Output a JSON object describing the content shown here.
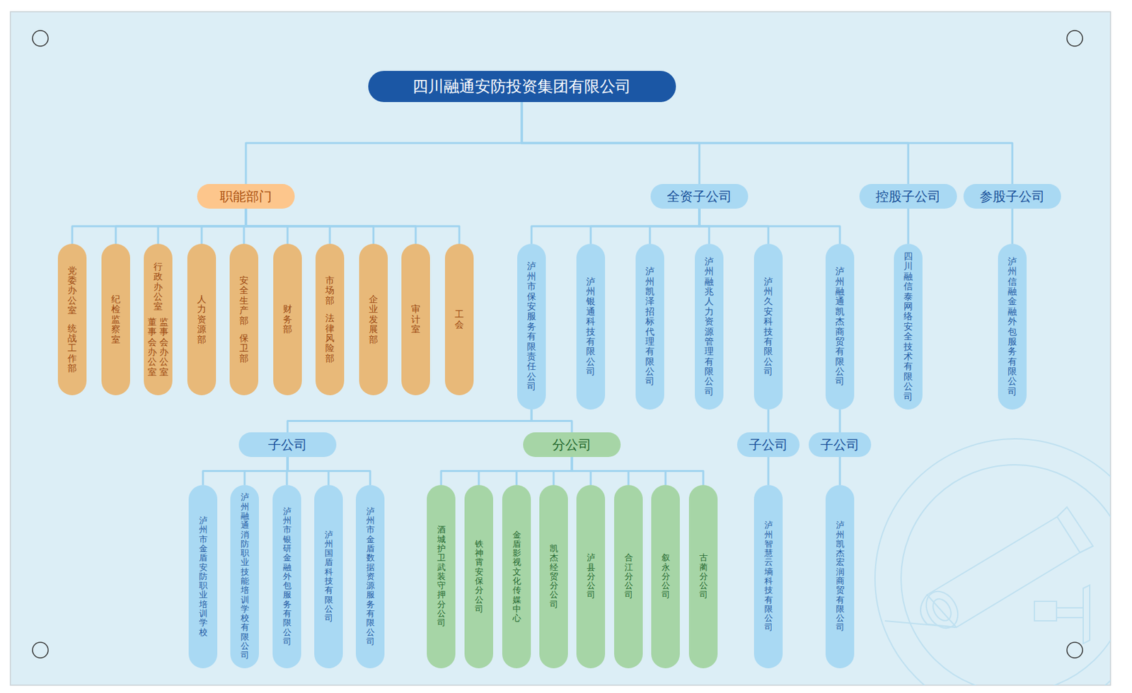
{
  "diagram": {
    "nodes": [
      {
        "text": [
          "四川融通安防投资集团有限公司"
        ]
      },
      {
        "text": [
          "职能部门"
        ]
      },
      {
        "text": [
          "全资子公司"
        ]
      },
      {
        "text": [
          "控股子公司"
        ]
      },
      {
        "text": [
          "参股子公司"
        ]
      },
      {
        "text": [
          "党委办公室",
          "统战工作部"
        ]
      },
      {
        "text": [
          "纪检监察室"
        ]
      },
      {
        "text": [
          "行政办公室",
          "董事会办公室",
          "监事会办公室"
        ]
      },
      {
        "text": [
          "人力资源部"
        ]
      },
      {
        "text": [
          "安全生产部",
          "保卫部"
        ]
      },
      {
        "text": [
          "财务部"
        ]
      },
      {
        "text": [
          "市场部",
          "法律风险部"
        ]
      },
      {
        "text": [
          "企业发展部"
        ]
      },
      {
        "text": [
          "审计室"
        ]
      },
      {
        "text": [
          "工会"
        ]
      },
      {
        "text": [
          "泸州市保安服务有限责任公司"
        ]
      },
      {
        "text": [
          "泸州银通科技有限公司"
        ]
      },
      {
        "text": [
          "泸州凯泽招标代理有限公司"
        ]
      },
      {
        "text": [
          "泸州融兆人力资源管理有限公司"
        ]
      },
      {
        "text": [
          "泸州久安科技有限公司"
        ]
      },
      {
        "text": [
          "泸州融通凯杰商贸有限公司"
        ]
      },
      {
        "text": [
          "四川融信泰网络安全技术有限公司"
        ]
      },
      {
        "text": [
          "泸州信融金融外包服务有限公司"
        ]
      },
      {
        "text": [
          "子公司"
        ]
      },
      {
        "text": [
          "分公司"
        ]
      },
      {
        "text": [
          "泸州市金盾安防职业培训学校"
        ]
      },
      {
        "text": [
          "泸州融通消防职业技能培训学校有限公司"
        ]
      },
      {
        "text": [
          "泸州市银研金融外包服务有限公司"
        ]
      },
      {
        "text": [
          "泸州国盾科技有限公司"
        ]
      },
      {
        "text": [
          "泸州市金盾数据资源服务有限公司"
        ]
      },
      {
        "text": [
          "酒城护卫武装守押分公司"
        ]
      },
      {
        "text": [
          "铁神霄安保分公司"
        ]
      },
      {
        "text": [
          "金盾影视文化传媒中心"
        ]
      },
      {
        "text": [
          "凯杰经贸分公司"
        ]
      },
      {
        "text": [
          "泸县分公司"
        ]
      },
      {
        "text": [
          "合江分公司"
        ]
      },
      {
        "text": [
          "叙永分公司"
        ]
      },
      {
        "text": [
          "古蔺分公司"
        ]
      },
      {
        "text": [
          "子公司"
        ]
      },
      {
        "text": [
          "泸州智慧云墒科技有限公司"
        ]
      },
      {
        "text": [
          "子公司"
        ]
      },
      {
        "text": [
          "泸州凯杰宏润商贸有限公司"
        ]
      }
    ],
    "edges": [
      {
        "from": 0,
        "to": 1,
        "arrow": "none"
      },
      {
        "from": 0,
        "to": 2,
        "arrow": "none"
      },
      {
        "from": 0,
        "to": 3,
        "arrow": "none"
      },
      {
        "from": 0,
        "to": 4,
        "arrow": "none"
      },
      {
        "from": 1,
        "to": 5,
        "arrow": "none"
      },
      {
        "from": 1,
        "to": 6,
        "arrow": "none"
      },
      {
        "from": 1,
        "to": 7,
        "arrow": "none"
      },
      {
        "from": 1,
        "to": 8,
        "arrow": "none"
      },
      {
        "from": 1,
        "to": 9,
        "arrow": "none"
      },
      {
        "from": 1,
        "to": 10,
        "arrow": "none"
      },
      {
        "from": 1,
        "to": 11,
        "arrow": "none"
      },
      {
        "from": 1,
        "to": 12,
        "arrow": "none"
      },
      {
        "from": 1,
        "to": 13,
        "arrow": "none"
      },
      {
        "from": 1,
        "to": 14,
        "arrow": "none"
      },
      {
        "from": 2,
        "to": 15,
        "arrow": "none"
      },
      {
        "from": 2,
        "to": 16,
        "arrow": "none"
      },
      {
        "from": 2,
        "to": 17,
        "arrow": "none"
      },
      {
        "from": 2,
        "to": 18,
        "arrow": "none"
      },
      {
        "from": 2,
        "to": 19,
        "arrow": "none"
      },
      {
        "from": 2,
        "to": 20,
        "arrow": "none"
      },
      {
        "from": 3,
        "to": 21,
        "arrow": "none"
      },
      {
        "from": 4,
        "to": 22,
        "arrow": "none"
      },
      {
        "from": 15,
        "to": 23,
        "arrow": "none"
      },
      {
        "from": 15,
        "to": 24,
        "arrow": "none"
      },
      {
        "from": 23,
        "to": 25,
        "arrow": "none"
      },
      {
        "from": 23,
        "to": 26,
        "arrow": "none"
      },
      {
        "from": 23,
        "to": 27,
        "arrow": "none"
      },
      {
        "from": 23,
        "to": 28,
        "arrow": "none"
      },
      {
        "from": 23,
        "to": 29,
        "arrow": "none"
      },
      {
        "from": 24,
        "to": 30,
        "arrow": "none"
      },
      {
        "from": 24,
        "to": 31,
        "arrow": "none"
      },
      {
        "from": 24,
        "to": 32,
        "arrow": "none"
      },
      {
        "from": 24,
        "to": 33,
        "arrow": "none"
      },
      {
        "from": 24,
        "to": 34,
        "arrow": "none"
      },
      {
        "from": 24,
        "to": 35,
        "arrow": "none"
      },
      {
        "from": 24,
        "to": 36,
        "arrow": "none"
      },
      {
        "from": 24,
        "to": 37,
        "arrow": "none"
      },
      {
        "from": 19,
        "to": 38,
        "arrow": "none"
      },
      {
        "from": 38,
        "to": 39,
        "arrow": "none"
      },
      {
        "from": 20,
        "to": 40,
        "arrow": "none"
      },
      {
        "from": 40,
        "to": 41,
        "arrow": "none"
      }
    ]
  }
}
